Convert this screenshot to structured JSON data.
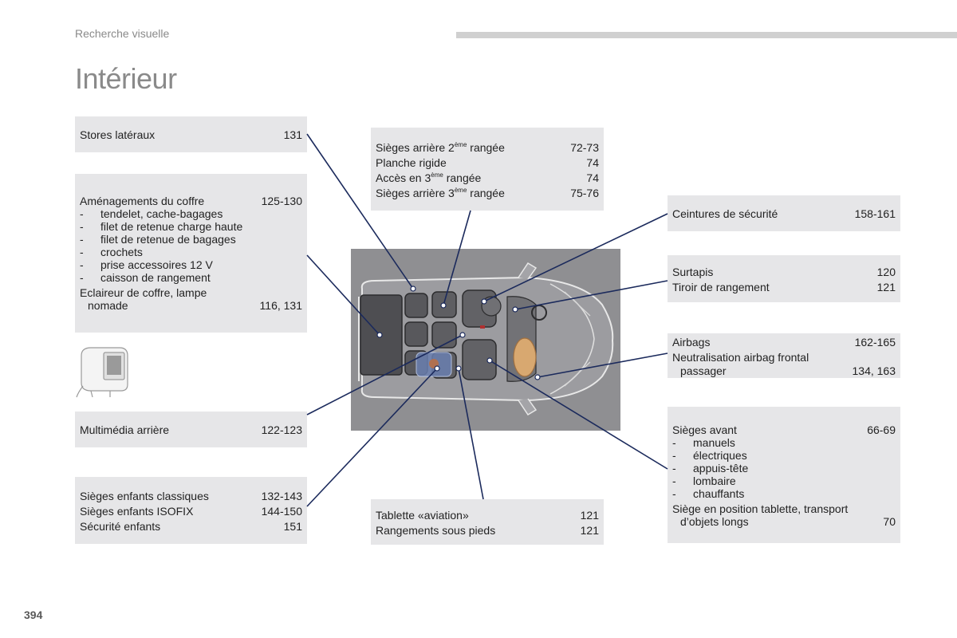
{
  "header": {
    "section": "Recherche visuelle",
    "title": "Intérieur"
  },
  "footer": {
    "page_number": "394"
  },
  "boxes": {
    "stores": {
      "label": "Stores latéraux",
      "page": "131"
    },
    "coffre": {
      "label": "Aménagements du coffre",
      "page": "125-130",
      "items": [
        "tendelet, cache-bagages",
        "filet de retenue charge haute",
        "filet de retenue de bagages",
        "crochets",
        "prise accessoires 12 V",
        "caisson de rangement"
      ],
      "extra_label_1": "Eclaireur de coffre, lampe",
      "extra_label_2": "nomade",
      "extra_page": "116, 131"
    },
    "multimedia": {
      "label": "Multimédia arrière",
      "page": "122-123"
    },
    "enfants": {
      "rows": [
        {
          "label": "Sièges enfants classiques",
          "page": "132-143"
        },
        {
          "label": "Sièges enfants ISOFIX",
          "page": "144-150"
        },
        {
          "label": "Sécurité enfants",
          "page": "151"
        }
      ]
    },
    "arriere": {
      "rows": [
        {
          "pre": "Sièges arrière 2",
          "sup": "ème",
          "post": " rangée",
          "page": "72-73"
        },
        {
          "pre": "Planche rigide",
          "sup": "",
          "post": "",
          "page": "74"
        },
        {
          "pre": "Accès en 3",
          "sup": "ème",
          "post": " rangée",
          "page": "74"
        },
        {
          "pre": "Sièges arrière 3",
          "sup": "ème",
          "post": " rangée",
          "page": "75-76"
        }
      ]
    },
    "tablette": {
      "rows": [
        {
          "label": "Tablette «aviation»",
          "page": "121"
        },
        {
          "label": "Rangements sous pieds",
          "page": "121"
        }
      ]
    },
    "ceintures": {
      "label": "Ceintures de sécurité",
      "page": "158-161"
    },
    "surtapis": {
      "rows": [
        {
          "label": "Surtapis",
          "page": "120"
        },
        {
          "label": "Tiroir de rangement",
          "page": "121"
        }
      ]
    },
    "airbags": {
      "label": "Airbags",
      "page": "162-165",
      "label2_1": "Neutralisation airbag frontal",
      "label2_2": "passager",
      "page2": "134, 163"
    },
    "avant": {
      "label": "Sièges avant",
      "page": "66-69",
      "items": [
        "manuels",
        "électriques",
        "appuis-tête",
        "lombaire",
        "chauffants"
      ],
      "extra_label_1": "Siège en position tablette, transport",
      "extra_label_2": "d’objets longs",
      "extra_page": "70"
    }
  },
  "dash": "-"
}
